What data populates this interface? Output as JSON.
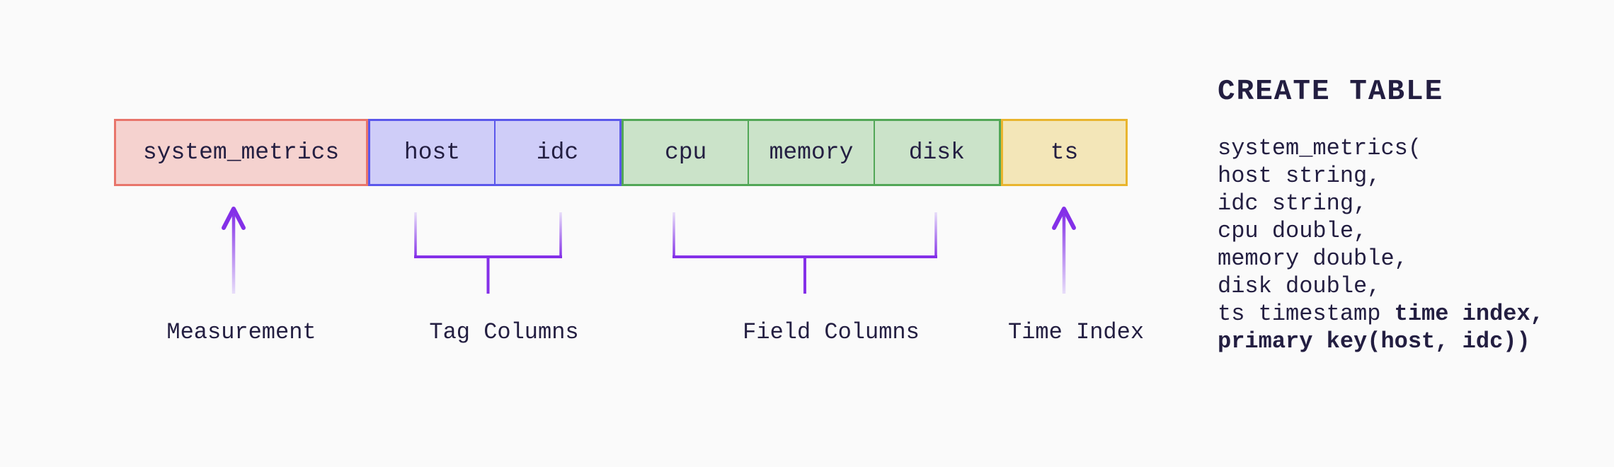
{
  "theme": {
    "background": "#fafafa",
    "ink": "#231e41",
    "purple": "#8430e8",
    "purple_fade": "#e7ddf9"
  },
  "table_row": {
    "groups": [
      {
        "name": "Measurement",
        "fill": "#f5d2cf",
        "border": "#e8756b",
        "cells": [
          {
            "label": "system_metrics"
          }
        ]
      },
      {
        "name": "Tag Columns",
        "fill": "#cfcdf8",
        "border": "#5b57eb",
        "cells": [
          {
            "label": "host"
          },
          {
            "label": "idc"
          }
        ]
      },
      {
        "name": "Field Columns",
        "fill": "#cbe3c9",
        "border": "#52a757",
        "cells": [
          {
            "label": "cpu"
          },
          {
            "label": "memory"
          },
          {
            "label": "disk"
          }
        ]
      },
      {
        "name": "Time Index",
        "fill": "#f3e6b8",
        "border": "#e9b52e",
        "cells": [
          {
            "label": "ts"
          }
        ]
      }
    ]
  },
  "annotations": {
    "labels": [
      {
        "text": "Measurement"
      },
      {
        "text": "Tag Columns"
      },
      {
        "text": "Field Columns"
      },
      {
        "text": "Time Index"
      }
    ]
  },
  "sql": {
    "header": "CREATE TABLE",
    "lines": [
      {
        "segments": [
          {
            "text": "system_metrics(",
            "bold": false
          }
        ]
      },
      {
        "segments": [
          {
            "text": "host string,",
            "bold": false
          }
        ]
      },
      {
        "segments": [
          {
            "text": "idc string,",
            "bold": false
          }
        ]
      },
      {
        "segments": [
          {
            "text": "cpu double,",
            "bold": false
          }
        ]
      },
      {
        "segments": [
          {
            "text": "memory double,",
            "bold": false
          }
        ]
      },
      {
        "segments": [
          {
            "text": "disk double,",
            "bold": false
          }
        ]
      },
      {
        "segments": [
          {
            "text": "ts timestamp ",
            "bold": false
          },
          {
            "text": "time index,",
            "bold": true
          }
        ]
      },
      {
        "segments": [
          {
            "text": "primary key(host, idc))",
            "bold": true
          }
        ]
      }
    ]
  }
}
